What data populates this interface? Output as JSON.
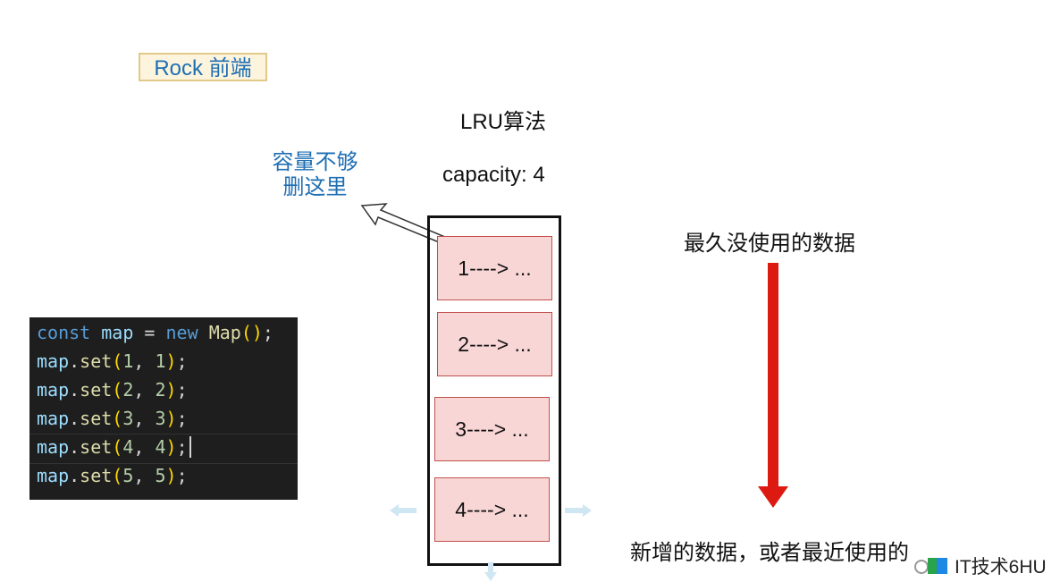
{
  "brand": "Rock 前端",
  "title": "LRU算法",
  "capacity_label": "capacity: 4",
  "delete_note": [
    "容量不够",
    "删这里"
  ],
  "slots": [
    "1----> ...",
    "2----> ...",
    "3----> ...",
    "4----> ..."
  ],
  "lru_label": "最久没使用的数据",
  "new_label": "新增的数据，或者最近使用的",
  "code_lines": [
    "const map = new Map();",
    "map.set(1, 1);",
    "map.set(2, 2);",
    "map.set(3, 3);",
    "map.set(4, 4);",
    "map.set(5, 5);"
  ],
  "watermark": "IT技术6HU",
  "colors": {
    "accent_blue": "#1f6fb3",
    "arrow_red": "#dd1a12",
    "slot_fill": "#f9d6d6",
    "slot_border": "#c0504d",
    "code_bg": "#1e1e1e"
  }
}
